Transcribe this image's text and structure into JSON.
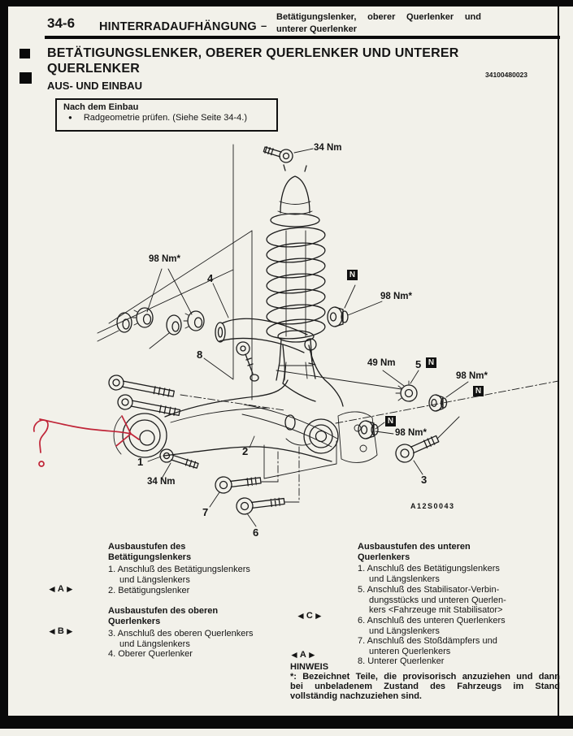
{
  "page": {
    "number": "34-6",
    "section": "HINTERRADAUFHÄNGUNG",
    "separator": "–",
    "topic_line1": "Betätigungslenker, oberer Querlenker und",
    "topic_line2": "unterer Querlenker",
    "title_line1": "BETÄTIGUNGSLENKER, OBERER QUERLENKER UND UNTERER",
    "title_line2": "QUERLENKER",
    "doc_code": "34100480023",
    "subtitle": "AUS- UND EINBAU"
  },
  "notice_box": {
    "heading": "Nach dem Einbau",
    "bullet": "●",
    "item": "Radgeometrie prüfen. (Siehe Seite 34-4.)"
  },
  "icons": {
    "left_triangle": "◄",
    "right_triangle": "►"
  },
  "colors": {
    "paper": "#f2f1ea",
    "ink": "#151515",
    "red_annotation": "#c02538"
  },
  "diagram": {
    "figure_code": "A12S0043",
    "n_symbol": "N",
    "labels": {
      "torque_top": "34 Nm",
      "torque_left_pair": "98 Nm*",
      "part_4": "4",
      "torque_upper_right": "98 Nm*",
      "part_8": "8",
      "torque_49": "49 Nm",
      "part_5": "5",
      "torque_right": "98 Nm*",
      "torque_center": "98 Nm*",
      "part_3": "3",
      "part_1": "1",
      "torque_lower": "34 Nm",
      "part_2": "2",
      "part_7": "7",
      "part_6": "6"
    }
  },
  "legend": {
    "left": {
      "group1": {
        "heading_line1": "Ausbaustufen des",
        "heading_line2": "Betätigungslenkers",
        "marker": "A",
        "lines": [
          "1. Anschluß des Betätigungslenkers",
          "und Längslenkers",
          "2. Betätigungslenker"
        ]
      },
      "group2": {
        "heading_line1": "Ausbaustufen des oberen",
        "heading_line2": "Querlenkers",
        "marker": "B",
        "lines": [
          "3. Anschluß des oberen Querlenkers",
          "und Längslenkers",
          "4. Oberer Querlenker"
        ]
      }
    },
    "right": {
      "heading_line1": "Ausbaustufen des unteren",
      "heading_line2": "Querlenkers",
      "marker_c": "C",
      "marker_a": "A",
      "lines": [
        "1. Anschluß des Betätigungslenkers",
        "und Längslenkers",
        "5. Anschluß des Stabilisator-Verbin-",
        "dungsstücks und unteren Querlen-",
        "kers <Fahrzeuge mit Stabilisator>",
        "6. Anschluß des unteren Querlenkers",
        "und Längslenkers",
        "7. Anschluß des Stoßdämpfers und",
        "unteren Querlenkers",
        "8. Unterer Querlenker"
      ]
    }
  },
  "note": {
    "heading": "HINWEIS",
    "line1": "*:  Bezeichnet Teile, die provisorisch anzuziehen und dann",
    "line2": "bei unbeladenem Zustand des Fahrzeugs im Stand",
    "line3": "vollständig nachzuziehen sind."
  }
}
